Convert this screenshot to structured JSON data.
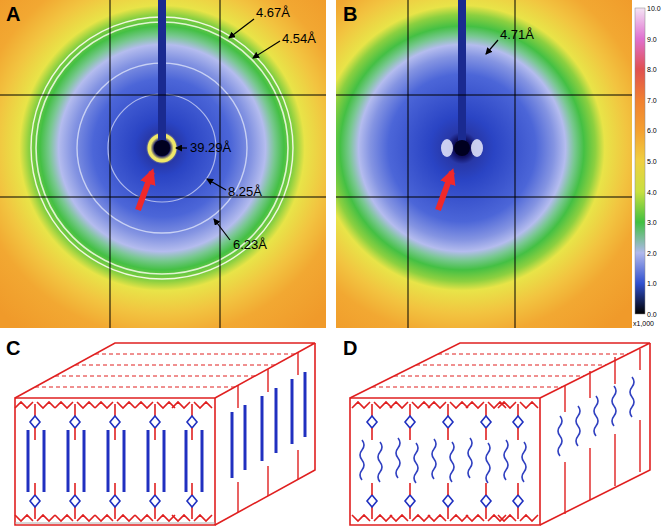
{
  "diagram": {
    "labels": [
      "A",
      "4.67Å",
      "4.54Å",
      "39.29Å",
      "8.25Å",
      "6.23Å",
      "B",
      "4.71Å",
      "10.0",
      "9.0",
      "8.0",
      "7.0",
      "6.0",
      "5.0",
      "4.0",
      "3.0",
      "2.0",
      "1.0",
      "0.0",
      "x1,000",
      "C",
      "D"
    ]
  }
}
